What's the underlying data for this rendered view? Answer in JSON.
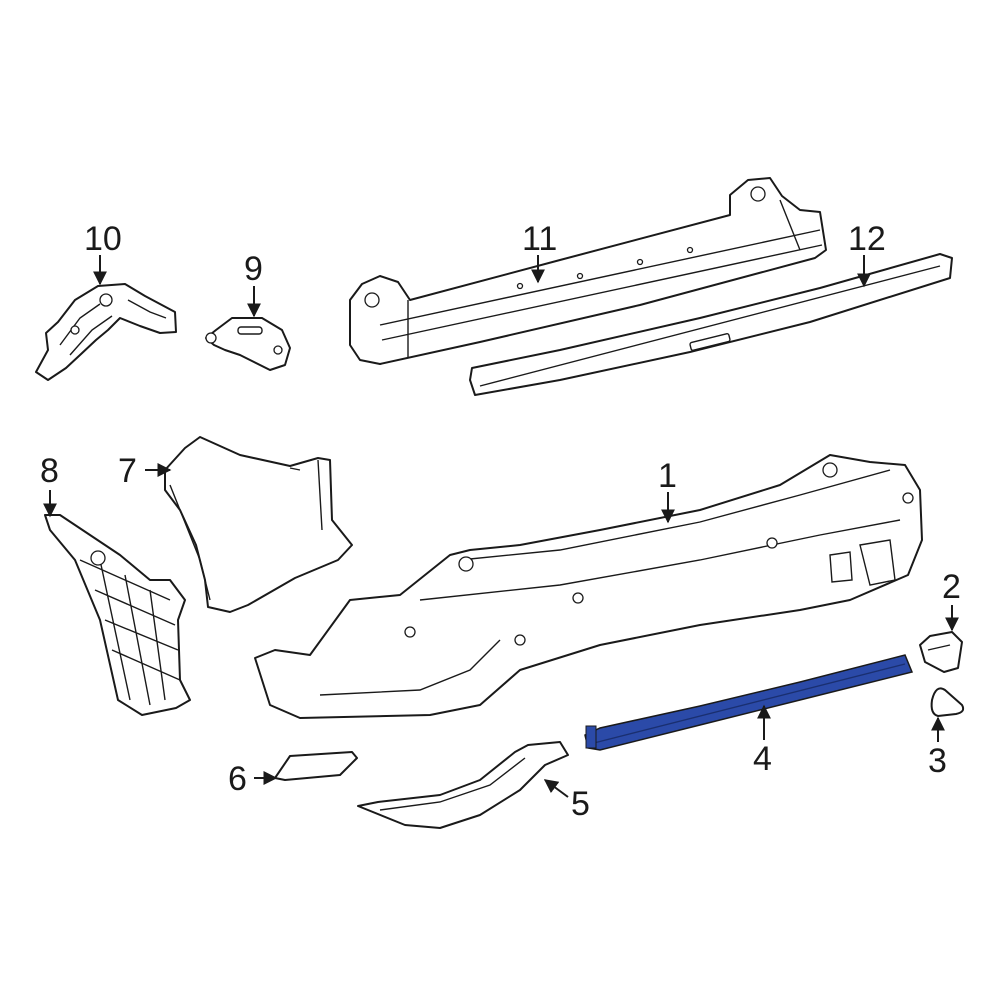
{
  "colors": {
    "line": "#1a1a1a",
    "background": "#ffffff",
    "highlight": "#2b4aa8"
  },
  "callouts": {
    "c1": "1",
    "c2": "2",
    "c3": "3",
    "c4": "4",
    "c5": "5",
    "c6": "6",
    "c7": "7",
    "c8": "8",
    "c9": "9",
    "c10": "10",
    "c11": "11",
    "c12": "12"
  },
  "highlighted_part": "4"
}
